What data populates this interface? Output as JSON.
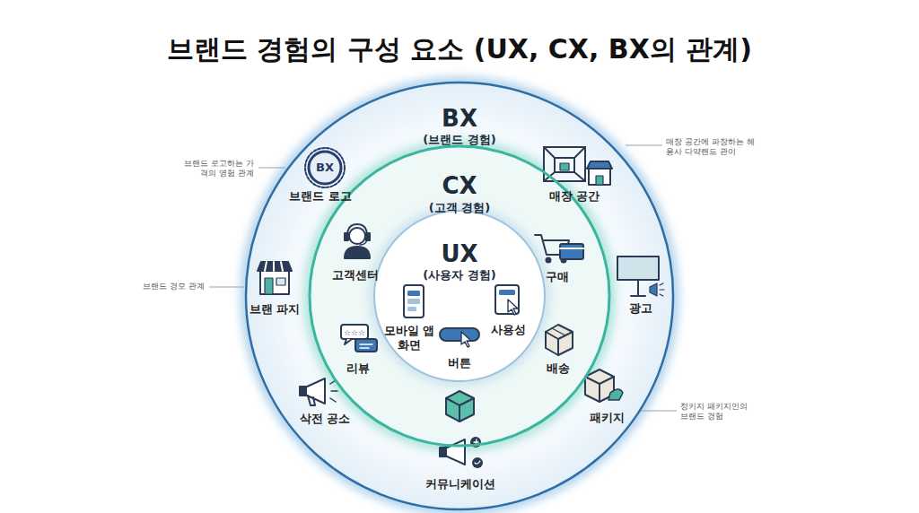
{
  "diagram": {
    "title": "브랜드 경험의 구성 요소 (UX, CX, BX의 관계)",
    "nodes": [
      {
        "text": [
          "BX",
          "(브랜드 경험)"
        ]
      },
      {
        "text": [
          "CX",
          "(고객 경험)"
        ],
        "in": 0
      },
      {
        "text": [
          "UX",
          "(사용자 경험)"
        ],
        "in": 1
      }
    ],
    "labels": [
      "BX",
      "브랜드 로고하는 가격의 영험 관계",
      "브랜드 로고",
      "매장 공간에 파장하는 헤용사 다약랜드 관이",
      "매장 공간",
      "고객센터",
      "구매",
      "브랜드 경모 관계",
      "브랜 파지",
      "모바일 앱 화면",
      "사용성",
      "광고",
      "버튼",
      "리뷰",
      "배송",
      "삭전 공소",
      "패키지",
      "정키지 패키지인의 브랜드 경험",
      "커뮤니케이션"
    ]
  }
}
